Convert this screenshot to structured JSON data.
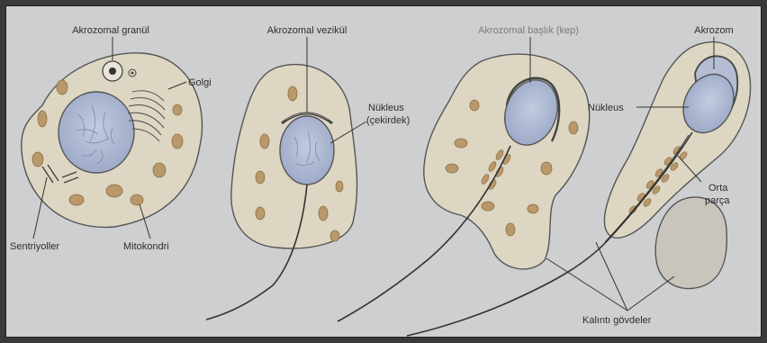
{
  "labels": {
    "akrozomal_granul": "Akrozomal granül",
    "golgi": "Golgi",
    "sentriyoller": "Sentriyoller",
    "mitokondri": "Mitokondri",
    "akrozomal_vezikul": "Akrozomal vezikül",
    "nukleus_1_line1": "Nükleus",
    "nukleus_1_line2": "(çekirdek)",
    "akrozomal_baslik": "Akrozomal başlık (kep)",
    "akrozom": "Akrozom",
    "nukleus_2": "Nükleus",
    "orta_line1": "Orta",
    "orta_line2": "parça",
    "kalinti": "Kalıntı gövdeler"
  },
  "colors": {
    "background": "#cdcfd0",
    "cytoplasm": "#ddd6c2",
    "nucleus": "#a9b5cf",
    "mitochondria": "#b9986a",
    "outline": "#555555",
    "residual_body": "#c9c5bd"
  }
}
